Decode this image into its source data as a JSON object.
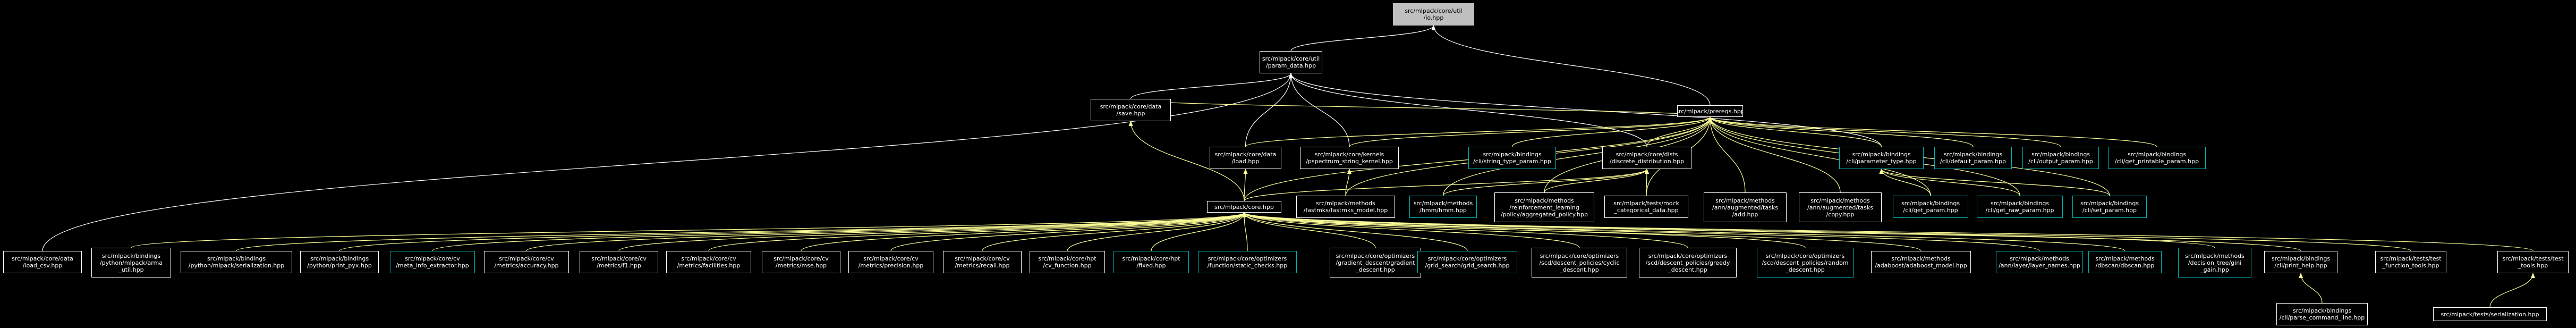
{
  "colors": {
    "background": "#000000",
    "text": "#ffffff",
    "node_border": "#ffffff",
    "linked_border": "#00b5b5",
    "highlight_fill": "#bfbfbf",
    "edge_from_pointer": "#ffffff",
    "edge_from_core": "#ffff99"
  },
  "nodes": {
    "root": {
      "line1": "src/mlpack/core/util",
      "line2": "/io.hpp",
      "style": "normal"
    },
    "param": {
      "line1": "src/mlpack/core/util",
      "line2": "/param_data.hpp",
      "style": "normal"
    },
    "prereqs": {
      "line1": "src/mlpack/prereqs.hpp",
      "line2": "",
      "style": "normal"
    },
    "save": {
      "line1": "src/mlpack/core/data",
      "line2": "/save.hpp",
      "style": "normal"
    },
    "load": {
      "line1": "src/mlpack/core/data",
      "line2": "/load.hpp",
      "style": "normal"
    },
    "pspec": {
      "line1": "src/mlpack/core/kernels",
      "line2": "/pspectrum_string_kernel.hpp",
      "style": "normal"
    },
    "strtype": {
      "line1": "src/mlpack/bindings",
      "line2": "/cli/string_type_param.hpp",
      "style": "link"
    },
    "discrete": {
      "line1": "src/mlpack/core/dists",
      "line2": "/discrete_distribution.hpp",
      "style": "normal"
    },
    "paramtype": {
      "line1": "src/mlpack/bindings",
      "line2": "/cli/parameter_type.hpp",
      "style": "link"
    },
    "defparam": {
      "line1": "src/mlpack/bindings",
      "line2": "/cli/default_param.hpp",
      "style": "link"
    },
    "outparam": {
      "line1": "src/mlpack/bindings",
      "line2": "/cli/output_param.hpp",
      "style": "link"
    },
    "getprintable": {
      "line1": "src/mlpack/bindings",
      "line2": "/cli/get_printable_param.hpp",
      "style": "link"
    },
    "core": {
      "line1": "src/mlpack/core.hpp",
      "line2": "",
      "style": "normal"
    },
    "fastmks": {
      "line1": "src/mlpack/methods",
      "line2": "/fastmks/fastmks_model.hpp",
      "style": "normal"
    },
    "hmm": {
      "line1": "src/mlpack/methods",
      "line2": "/hmm/hmm.hpp",
      "style": "link"
    },
    "aggpolicy": {
      "line1": "src/mlpack/methods",
      "line2": "/reinforcement_learning",
      "line3": "/policy/aggregated_policy.hpp",
      "style": "normal"
    },
    "mockcat": {
      "line1": "src/mlpack/tests/mock",
      "line2": "_categorical_data.hpp",
      "style": "normal"
    },
    "augadd": {
      "line1": "src/mlpack/methods",
      "line2": "/ann/augmented/tasks",
      "line3": "/add.hpp",
      "style": "normal"
    },
    "augcopy": {
      "line1": "src/mlpack/methods",
      "line2": "/ann/augmented/tasks",
      "line3": "/copy.hpp",
      "style": "normal"
    },
    "getparam": {
      "line1": "src/mlpack/bindings",
      "line2": "/cli/get_param.hpp",
      "style": "link"
    },
    "getrawparam": {
      "line1": "src/mlpack/bindings",
      "line2": "/cli/get_raw_param.hpp",
      "style": "link"
    },
    "setparam": {
      "line1": "src/mlpack/bindings",
      "line2": "/cli/set_param.hpp",
      "style": "link"
    },
    "loadcsv": {
      "line1": "src/mlpack/core/data",
      "line2": "/load_csv.hpp",
      "style": "normal"
    },
    "pyarma": {
      "line1": "src/mlpack/bindings",
      "line2": "/python/mlpack/arma",
      "line3": "_util.hpp",
      "style": "normal"
    },
    "pyser": {
      "line1": "src/mlpack/bindings",
      "line2": "/python/mlpack/serialization.hpp",
      "style": "normal"
    },
    "pyprint": {
      "line1": "src/mlpack/bindings",
      "line2": "/python/print_pyx.hpp",
      "style": "normal"
    },
    "metainfo": {
      "line1": "src/mlpack/core/cv",
      "line2": "/meta_info_extractor.hpp",
      "style": "link"
    },
    "accuracy": {
      "line1": "src/mlpack/core/cv",
      "line2": "/metrics/accuracy.hpp",
      "style": "normal"
    },
    "f1": {
      "line1": "src/mlpack/core/cv",
      "line2": "/metrics/f1.hpp",
      "style": "normal"
    },
    "facilities": {
      "line1": "src/mlpack/core/cv",
      "line2": "/metrics/facilities.hpp",
      "style": "normal"
    },
    "mse": {
      "line1": "src/mlpack/core/cv",
      "line2": "/metrics/mse.hpp",
      "style": "normal"
    },
    "precision": {
      "line1": "src/mlpack/core/cv",
      "line2": "/metrics/precision.hpp",
      "style": "normal"
    },
    "recall": {
      "line1": "src/mlpack/core/cv",
      "line2": "/metrics/recall.hpp",
      "style": "normal"
    },
    "cvfunc": {
      "line1": "src/mlpack/core/hpt",
      "line2": "/cv_function.hpp",
      "style": "normal"
    },
    "fixed": {
      "line1": "src/mlpack/core/hpt",
      "line2": "/fixed.hpp",
      "style": "link"
    },
    "static": {
      "line1": "src/mlpack/core/optimizers",
      "line2": "/function/static_checks.hpp",
      "style": "link"
    },
    "graddesc": {
      "line1": "src/mlpack/core/optimizers",
      "line2": "/gradient_descent/gradient",
      "line3": "_descent.hpp",
      "style": "normal"
    },
    "gridsearch": {
      "line1": "src/mlpack/core/optimizers",
      "line2": "/grid_search/grid_search.hpp",
      "style": "link"
    },
    "cyclic": {
      "line1": "src/mlpack/core/optimizers",
      "line2": "/scd/descent_policies/cyclic",
      "line3": "_descent.hpp",
      "style": "normal"
    },
    "greedy": {
      "line1": "src/mlpack/core/optimizers",
      "line2": "/scd/descent_policies/greedy",
      "line3": "_descent.hpp",
      "style": "normal"
    },
    "random": {
      "line1": "src/mlpack/core/optimizers",
      "line2": "/scd/descent_policies/random",
      "line3": "_descent.hpp",
      "style": "link"
    },
    "adaboost": {
      "line1": "src/mlpack/methods",
      "line2": "/adaboost/adaboost_model.hpp",
      "style": "normal"
    },
    "layernames": {
      "line1": "src/mlpack/methods",
      "line2": "/ann/layer/layer_names.hpp",
      "style": "link"
    },
    "dbscan": {
      "line1": "src/mlpack/methods",
      "line2": "/dbscan/dbscan.hpp",
      "style": "link"
    },
    "dtgain": {
      "line1": "src/mlpack/methods",
      "line2": "/decision_tree/gini",
      "line3": "_gain.hpp",
      "style": "link"
    },
    "printhelp": {
      "line1": "src/mlpack/bindings",
      "line2": "/cli/print_help.hpp",
      "style": "normal"
    },
    "testfunc": {
      "line1": "src/mlpack/tests/test",
      "line2": "_function_tools.hpp",
      "style": "normal"
    },
    "testtools": {
      "line1": "src/mlpack/tests/test",
      "line2": "_tools.hpp",
      "style": "normal"
    },
    "parsecmd": {
      "line1": "src/mlpack/bindings",
      "line2": "/cli/parse_command_line.hpp",
      "style": "normal"
    },
    "serialization": {
      "line1": "src/mlpack/tests/serialization.hpp",
      "line2": "",
      "style": "normal"
    }
  }
}
